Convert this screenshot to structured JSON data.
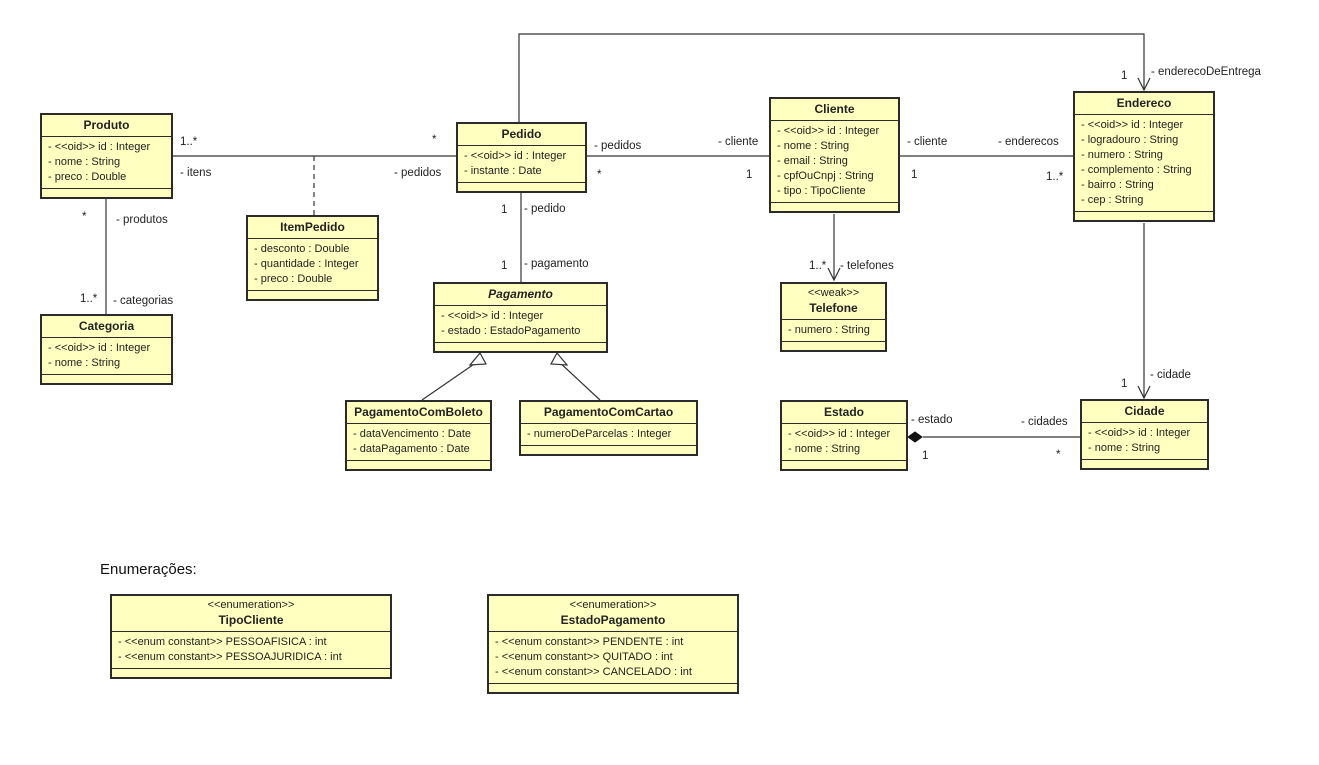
{
  "section_title": "Enumerações:",
  "classes": {
    "produto": {
      "name": "Produto",
      "attrs": [
        "- <<oid>> id : Integer",
        "- nome : String",
        "- preco : Double"
      ]
    },
    "categoria": {
      "name": "Categoria",
      "attrs": [
        "- <<oid>> id : Integer",
        "- nome : String"
      ]
    },
    "itempedido": {
      "name": "ItemPedido",
      "attrs": [
        "- desconto : Double",
        "- quantidade : Integer",
        "- preco : Double"
      ]
    },
    "pedido": {
      "name": "Pedido",
      "attrs": [
        "- <<oid>> id : Integer",
        "- instante : Date"
      ]
    },
    "pagamento": {
      "name": "Pagamento",
      "attrs": [
        "- <<oid>> id : Integer",
        "- estado : EstadoPagamento"
      ]
    },
    "boleto": {
      "name": "PagamentoComBoleto",
      "attrs": [
        "- dataVencimento : Date",
        "- dataPagamento : Date"
      ]
    },
    "cartao": {
      "name": "PagamentoComCartao",
      "attrs": [
        "- numeroDeParcelas : Integer"
      ]
    },
    "cliente": {
      "name": "Cliente",
      "attrs": [
        "- <<oid>> id : Integer",
        "- nome : String",
        "- email : String",
        "- cpfOuCnpj : String",
        "- tipo : TipoCliente"
      ]
    },
    "telefone": {
      "stereotype": "<<weak>>",
      "name": "Telefone",
      "attrs": [
        "- numero : String"
      ]
    },
    "endereco": {
      "name": "Endereco",
      "attrs": [
        "- <<oid>> id : Integer",
        "- logradouro : String",
        "- numero : String",
        "- complemento : String",
        "- bairro : String",
        "- cep : String"
      ]
    },
    "estado": {
      "name": "Estado",
      "attrs": [
        "- <<oid>> id : Integer",
        "- nome : String"
      ]
    },
    "cidade": {
      "name": "Cidade",
      "attrs": [
        "- <<oid>> id : Integer",
        "- nome : String"
      ]
    },
    "tipocliente": {
      "stereotype": "<<enumeration>>",
      "name": "TipoCliente",
      "attrs": [
        "- <<enum constant>> PESSOAFISICA : int",
        "- <<enum constant>> PESSOAJURIDICA : int"
      ]
    },
    "estadopag": {
      "stereotype": "<<enumeration>>",
      "name": "EstadoPagamento",
      "attrs": [
        "- <<enum constant>> PENDENTE : int",
        "- <<enum constant>> QUITADO : int",
        "- <<enum constant>> CANCELADO : int"
      ]
    }
  },
  "labels": {
    "produto_mult_itens": "1..*",
    "itens": "- itens",
    "pedidos_left": "- pedidos",
    "pedido_mult_star_top": "*",
    "produto_mult_star": "*",
    "produtos": "- produtos",
    "categoria_mult": "1..*",
    "categorias": "- categorias",
    "pedidos_right": "- pedidos",
    "pedido_mult_star_right": "*",
    "cliente_role": "- cliente",
    "cliente_mult_1": "1",
    "pedido_mult_1": "1",
    "pedido_role": "- pedido",
    "pagamento_mult_1": "1",
    "pagamento_role": "- pagamento",
    "cliente_role_right": "- cliente",
    "cliente_mult_right": "1",
    "enderecos": "- enderecos",
    "enderecos_mult": "1..*",
    "entrega_mult": "1",
    "endereco_entrega": "- enderecoDeEntrega",
    "telefones_mult": "1..*",
    "telefones": "- telefones",
    "cidade_mult": "1",
    "cidade_role": "- cidade",
    "estado_role": "- estado",
    "estado_mult": "1",
    "cidades_role": "- cidades",
    "cidades_mult": "*"
  }
}
